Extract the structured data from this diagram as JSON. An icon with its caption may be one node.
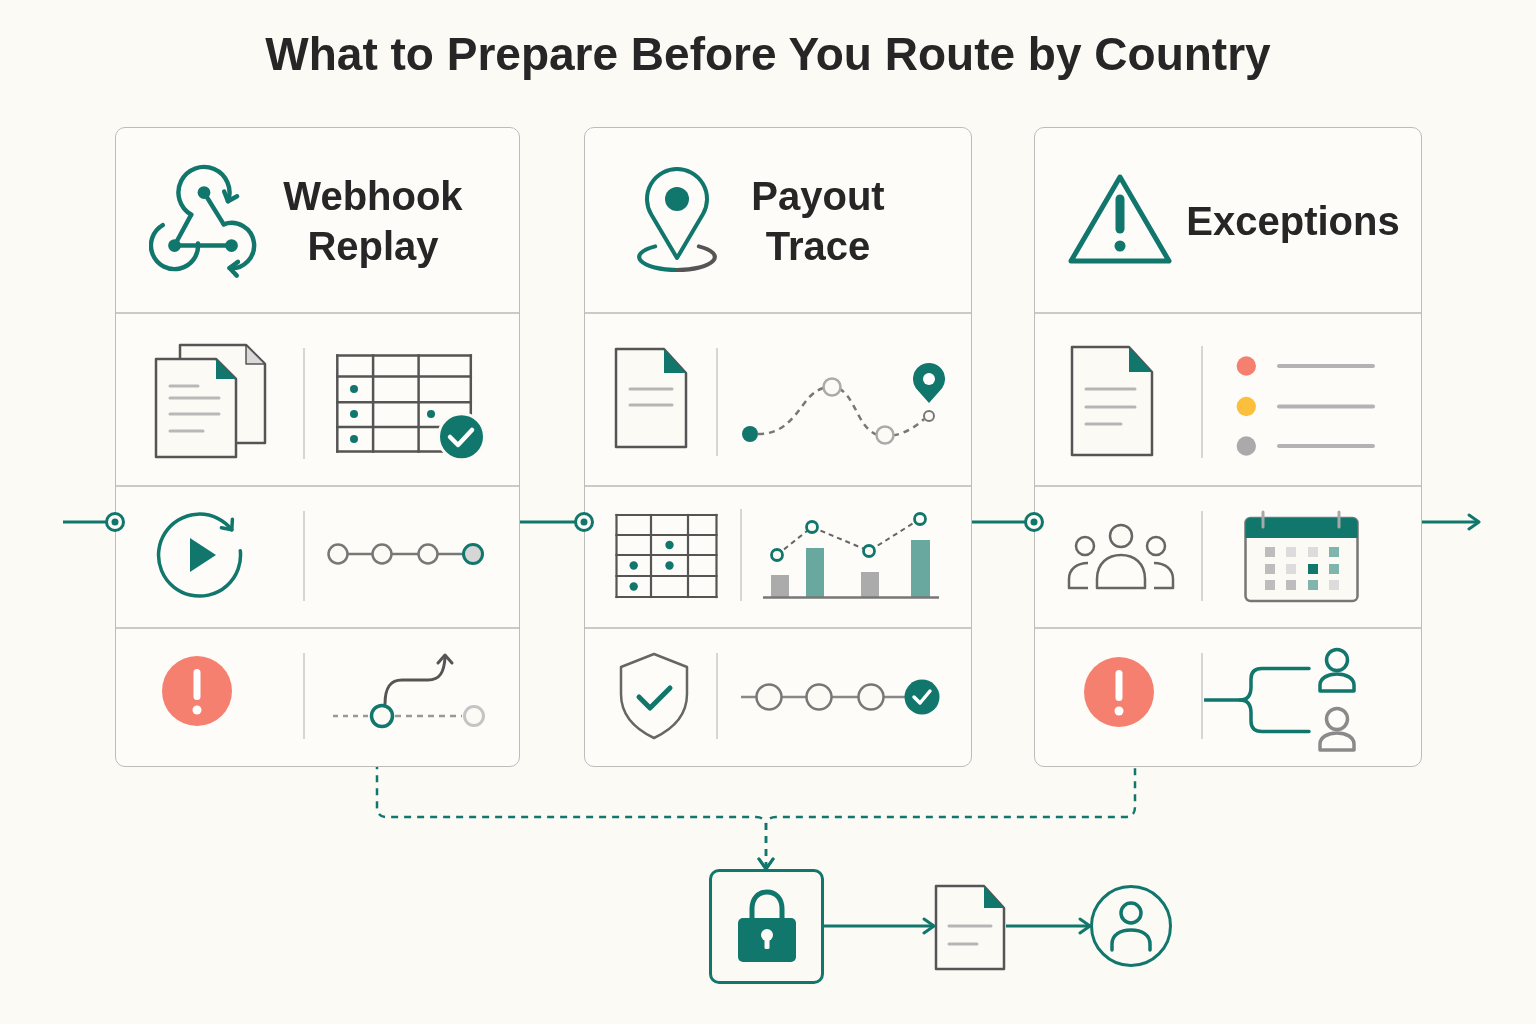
{
  "diagram": {
    "title": "What to Prepare Before You Route by Country",
    "nodes": [
      {
        "text": [
          "Webhook Replay"
        ]
      },
      {
        "text": [
          "Payout Trace"
        ]
      },
      {
        "text": [
          "Exceptions"
        ]
      },
      {
        "text": [],
        "shape": "box"
      },
      {
        "text": [],
        "shape": "document"
      },
      {
        "text": [],
        "shape": "person"
      }
    ],
    "edges": [
      {
        "from": null,
        "to": 0,
        "arrow": "other"
      },
      {
        "from": 0,
        "to": 1,
        "arrow": "other"
      },
      {
        "from": 1,
        "to": 2,
        "arrow": "other"
      },
      {
        "from": 2,
        "to": null,
        "arrow": "to"
      },
      {
        "from": 0,
        "to": 3,
        "arrow": "to",
        "style": "dashed"
      },
      {
        "from": 2,
        "to": 3,
        "arrow": "to",
        "style": "dashed"
      },
      {
        "from": 3,
        "to": 4,
        "arrow": "to"
      },
      {
        "from": 4,
        "to": 5,
        "arrow": "to"
      }
    ]
  }
}
